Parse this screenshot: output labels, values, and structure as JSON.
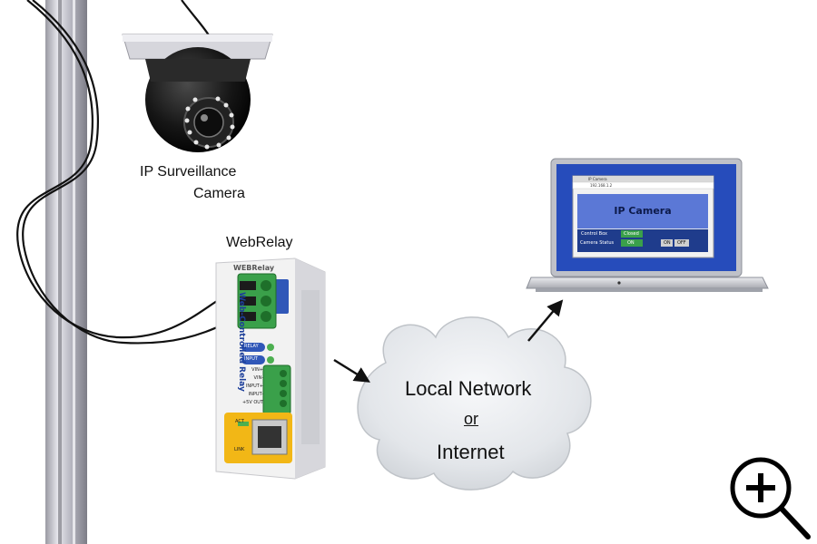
{
  "camera": {
    "label_line1": "IP Surveillance",
    "label_line2": "Camera"
  },
  "webrelay": {
    "label": "WebRelay",
    "logo_text": "WEBRelay",
    "side_text": "Web-Controlled Relay",
    "relay_indicator": "RELAY",
    "input_indicator": "INPUT",
    "port_labels": [
      "VIN+",
      "VIN-",
      "INPUT+",
      "INPUT-",
      "+5V OUT"
    ],
    "act_label": "ACT",
    "link_label": "LINK"
  },
  "network": {
    "line1": "Local Network",
    "line2": "or",
    "line3": "Internet"
  },
  "laptop_screen": {
    "tab_title": "IP Camera",
    "url": "192.168.1.2",
    "page_title": "IP Camera",
    "rows": [
      {
        "label": "Control Box",
        "value": "Closed"
      },
      {
        "label": "Camera Status",
        "value": "ON",
        "buttons": [
          "ON",
          "OFF"
        ]
      }
    ]
  },
  "zoom": {
    "icon": "zoom-in-icon"
  },
  "colors": {
    "terminal_green": "#3aa04a",
    "cloud": "#e4e7eb",
    "screen_blue": "#5b78d6",
    "connector_yellow": "#f2b716"
  }
}
